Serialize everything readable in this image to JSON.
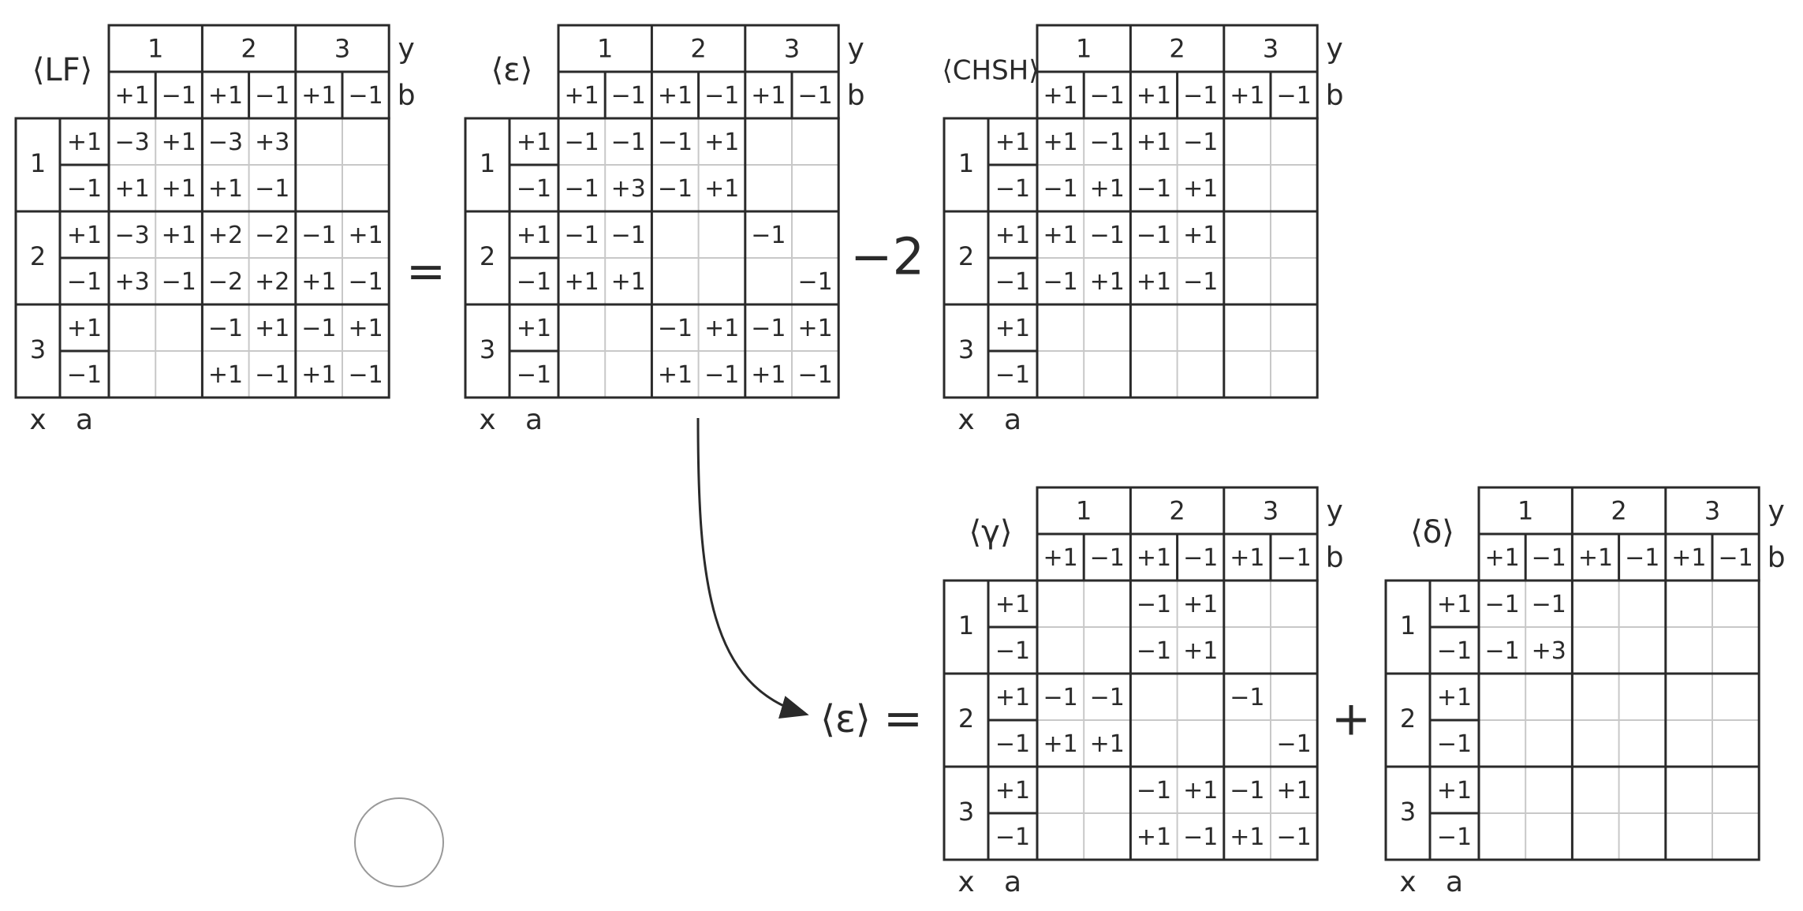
{
  "header_labels": {
    "x": "x",
    "a": "a",
    "y": "y",
    "b": "b"
  },
  "y_values": [
    "1",
    "2",
    "3"
  ],
  "x_values": [
    "1",
    "2",
    "3"
  ],
  "b_values": [
    "+1",
    "−1",
    "+1",
    "−1",
    "+1",
    "−1"
  ],
  "a_values": [
    "+1",
    "−1",
    "+1",
    "−1",
    "+1",
    "−1"
  ],
  "tables": [
    {
      "id": "lf",
      "label": "⟨LF⟩",
      "cells": [
        [
          "−3",
          "+1",
          "−3",
          "+3",
          "",
          ""
        ],
        [
          "+1",
          "+1",
          "+1",
          "−1",
          "",
          ""
        ],
        [
          "−3",
          "+1",
          "+2",
          "−2",
          "−1",
          "+1"
        ],
        [
          "+3",
          "−1",
          "−2",
          "+2",
          "+1",
          "−1"
        ],
        [
          "",
          "",
          "−1",
          "+1",
          "−1",
          "+1"
        ],
        [
          "",
          "",
          "+1",
          "−1",
          "+1",
          "−1"
        ]
      ]
    },
    {
      "id": "eps-top",
      "label": "⟨ε⟩",
      "cells": [
        [
          "−1",
          "−1",
          "−1",
          "+1",
          "",
          ""
        ],
        [
          "−1",
          "+3",
          "−1",
          "+1",
          "",
          ""
        ],
        [
          "−1",
          "−1",
          "",
          "",
          "−1",
          ""
        ],
        [
          "+1",
          "+1",
          "",
          "",
          "",
          "−1"
        ],
        [
          "",
          "",
          "−1",
          "+1",
          "−1",
          "+1"
        ],
        [
          "",
          "",
          "+1",
          "−1",
          "+1",
          "−1"
        ]
      ]
    },
    {
      "id": "chsh",
      "label": "⟨CHSH⟩",
      "cells": [
        [
          "+1",
          "−1",
          "+1",
          "−1",
          "",
          ""
        ],
        [
          "−1",
          "+1",
          "−1",
          "+1",
          "",
          ""
        ],
        [
          "+1",
          "−1",
          "−1",
          "+1",
          "",
          ""
        ],
        [
          "−1",
          "+1",
          "+1",
          "−1",
          "",
          ""
        ],
        [
          "",
          "",
          "",
          "",
          "",
          ""
        ],
        [
          "",
          "",
          "",
          "",
          "",
          ""
        ]
      ]
    },
    {
      "id": "gamma",
      "label": "⟨γ⟩",
      "cells": [
        [
          "",
          "",
          "−1",
          "+1",
          "",
          ""
        ],
        [
          "",
          "",
          "−1",
          "+1",
          "",
          ""
        ],
        [
          "−1",
          "−1",
          "",
          "",
          "−1",
          ""
        ],
        [
          "+1",
          "+1",
          "",
          "",
          "",
          "−1"
        ],
        [
          "",
          "",
          "−1",
          "+1",
          "−1",
          "+1"
        ],
        [
          "",
          "",
          "+1",
          "−1",
          "+1",
          "−1"
        ]
      ]
    },
    {
      "id": "delta",
      "label": "⟨δ⟩",
      "cells": [
        [
          "−1",
          "−1",
          "",
          "",
          "",
          ""
        ],
        [
          "−1",
          "+3",
          "",
          "",
          "",
          ""
        ],
        [
          "",
          "",
          "",
          "",
          "",
          ""
        ],
        [
          "",
          "",
          "",
          "",
          "",
          ""
        ],
        [
          "",
          "",
          "",
          "",
          "",
          ""
        ],
        [
          "",
          "",
          "",
          "",
          "",
          ""
        ]
      ]
    }
  ],
  "operators": {
    "equals_top": "=",
    "minus_two": "−2",
    "eps_bottom": "⟨ε⟩",
    "equals_bottom": "=",
    "plus": "+"
  }
}
